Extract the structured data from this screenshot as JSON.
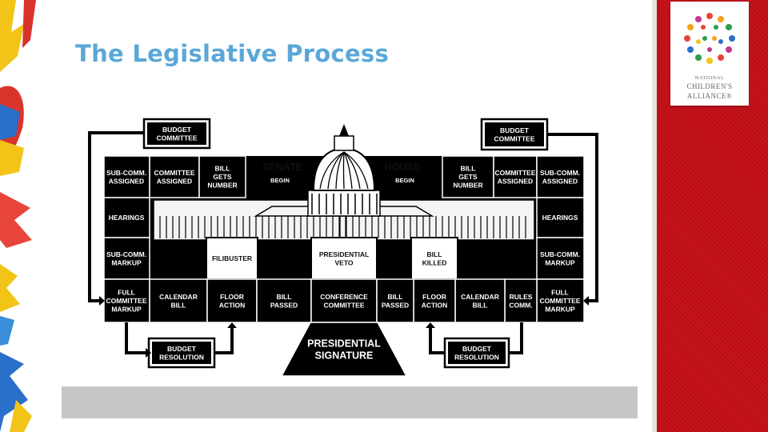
{
  "slide": {
    "title": "The Legislative Process",
    "colors": {
      "title": "#5aa7d9",
      "accent_red": "#c0121a",
      "caption_bar": "#c6c6c6"
    }
  },
  "logo": {
    "line1": "NATIONAL",
    "line2": "CHILDREN'S",
    "line3": "ALLIANCE®"
  },
  "diagram": {
    "senate_label": "SENATE",
    "senate_begin": "BEGIN",
    "house_label": "HOUSE",
    "house_begin": "BEGIN",
    "presidential_signature": [
      "PRESIDENTIAL",
      "SIGNATURE"
    ],
    "center_boxes": {
      "filibuster": [
        "FILIBUSTER"
      ],
      "presidential_veto": [
        "PRESIDENTIAL",
        "VETO"
      ],
      "bill_killed": [
        "BILL",
        "KILLED"
      ]
    },
    "senate": {
      "budget_committee": [
        "BUDGET",
        "COMMITTEE"
      ],
      "subcomm_assigned": [
        "SUB-COMM.",
        "ASSIGNED"
      ],
      "committee_assigned": [
        "COMMITTEE",
        "ASSIGNED"
      ],
      "bill_gets_number": [
        "BILL",
        "GETS",
        "NUMBER"
      ],
      "hearings": [
        "HEARINGS"
      ],
      "subcomm_markup": [
        "SUB-COMM.",
        "MARKUP"
      ],
      "full_committee_markup": [
        "FULL",
        "COMMITTEE",
        "MARKUP"
      ],
      "calendar_bill": [
        "CALENDAR",
        "BILL"
      ],
      "floor_action": [
        "FLOOR",
        "ACTION"
      ],
      "bill_passed": [
        "BILL",
        "PASSED"
      ],
      "budget_resolution": [
        "BUDGET",
        "RESOLUTION"
      ]
    },
    "conference_committee": [
      "CONFERENCE",
      "COMMITTEE"
    ],
    "house": {
      "budget_committee": [
        "BUDGET",
        "COMMITTEE"
      ],
      "bill_gets_number": [
        "BILL",
        "GETS",
        "NUMBER"
      ],
      "committee_assigned": [
        "COMMITTEE",
        "ASSIGNED"
      ],
      "subcomm_assigned": [
        "SUB-COMM.",
        "ASSIGNED"
      ],
      "hearings": [
        "HEARINGS"
      ],
      "subcomm_markup": [
        "SUB-COMM.",
        "MARKUP"
      ],
      "full_committee_markup": [
        "FULL",
        "COMMITTEE",
        "MARKUP"
      ],
      "rules_comm": [
        "RULES",
        "COMM."
      ],
      "calendar_bill": [
        "CALENDAR",
        "BILL"
      ],
      "floor_action": [
        "FLOOR",
        "ACTION"
      ],
      "bill_passed": [
        "BILL",
        "PASSED"
      ],
      "budget_resolution": [
        "BUDGET",
        "RESOLUTION"
      ]
    }
  }
}
